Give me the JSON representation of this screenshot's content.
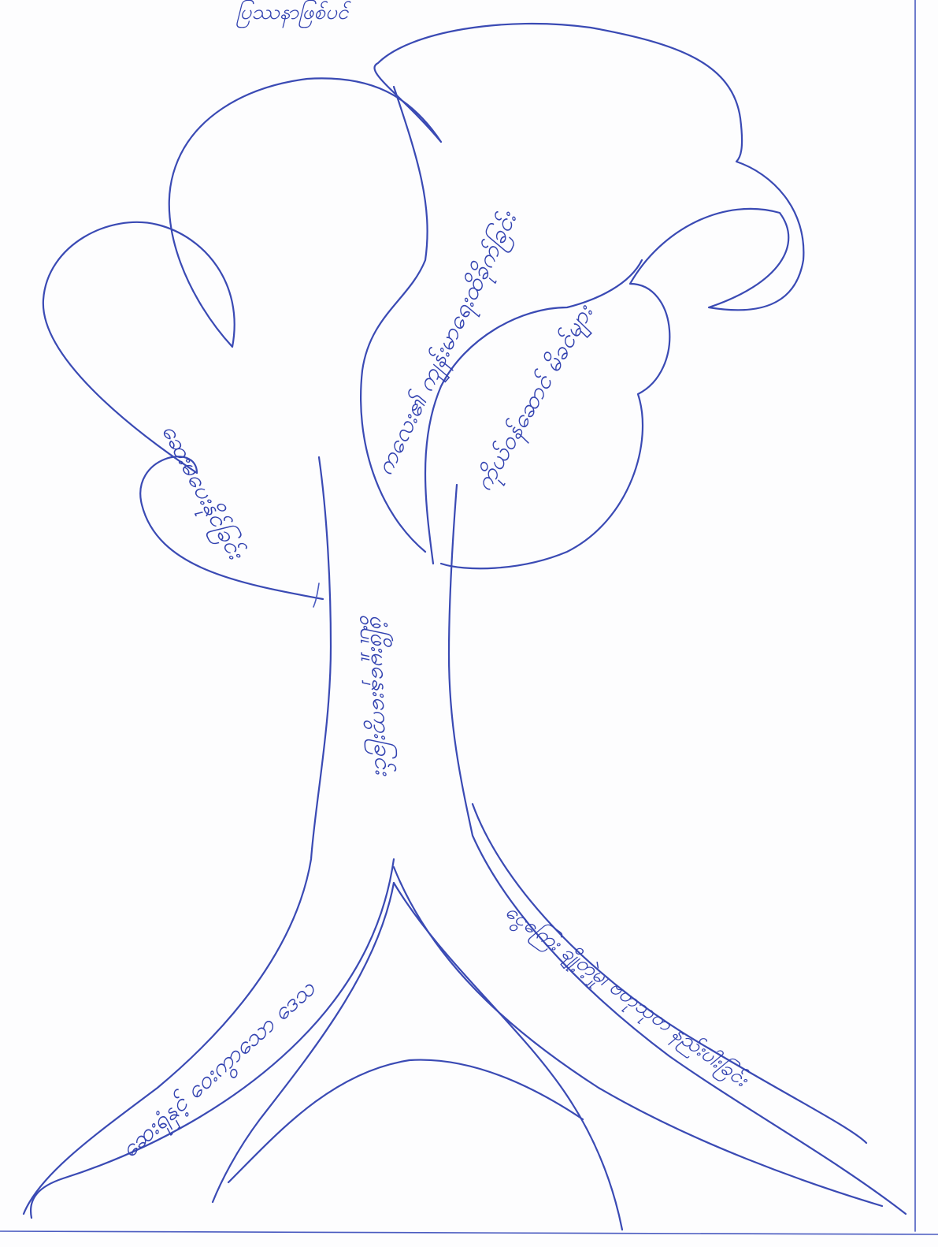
{
  "diagram": {
    "ink_color": "#3a4ab4",
    "paper_color": "#fdfdfe",
    "header_text": "ပြဿနာဖြစ်ပင်",
    "branches": {
      "left_leaf": "ဆေးမပေးနိုင်ခြင်း",
      "middle_crown": "ကလေး၏ ကျန်းမာရေးထိခိုက်ခြင်း",
      "right_leaf": "ကိုယ်ဝန်ဆောင် မိခင်များ"
    },
    "trunk": "ဖွံ့ဖြိုးမှုနှေးကွေးခြင်း",
    "roots": {
      "left_root": "ဆေးရုံနှင့် ဝေးကွာသော ဒေသ",
      "right_root": "ငွေကြေး ချို့တဲ့မှု၊ ဗဟုသုတ နည်းပါးခြင်း"
    }
  }
}
